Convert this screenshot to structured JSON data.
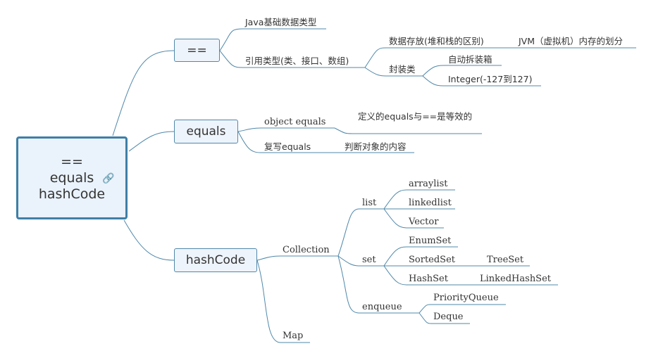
{
  "root": {
    "lines": [
      "==",
      "equals",
      "hashCode"
    ],
    "link_icon": "link-icon"
  },
  "branches": {
    "eq": {
      "label": "==",
      "java_basic": "Java基础数据类型",
      "reference": "引用类型(类、接口、数组)",
      "storage": "数据存放(堆和栈的区别)",
      "jvm": "JVM（虚拟机）内存的划分",
      "wrapper": "封装类",
      "autobox": "自动拆装箱",
      "integer": "Integer(-127到127)"
    },
    "equals": {
      "label": "equals",
      "object_equals": "object equals",
      "object_equals_desc": "定义的equals与==是等效的",
      "override": "复写equals",
      "override_desc": "判断对象的内容"
    },
    "hashcode": {
      "label": "hashCode",
      "collection": "Collection",
      "map": "Map",
      "list": "list",
      "list_items": [
        "arraylist",
        "linkedlist",
        "Vector"
      ],
      "set": "set",
      "enumset": "EnumSet",
      "sortedset": "SortedSet",
      "treeset": "TreeSet",
      "hashset": "HashSet",
      "linkedhashset": "LinkedHashSet",
      "enqueue": "enqueue",
      "priorityqueue": "PriorityQueue",
      "deque": "Deque"
    }
  }
}
